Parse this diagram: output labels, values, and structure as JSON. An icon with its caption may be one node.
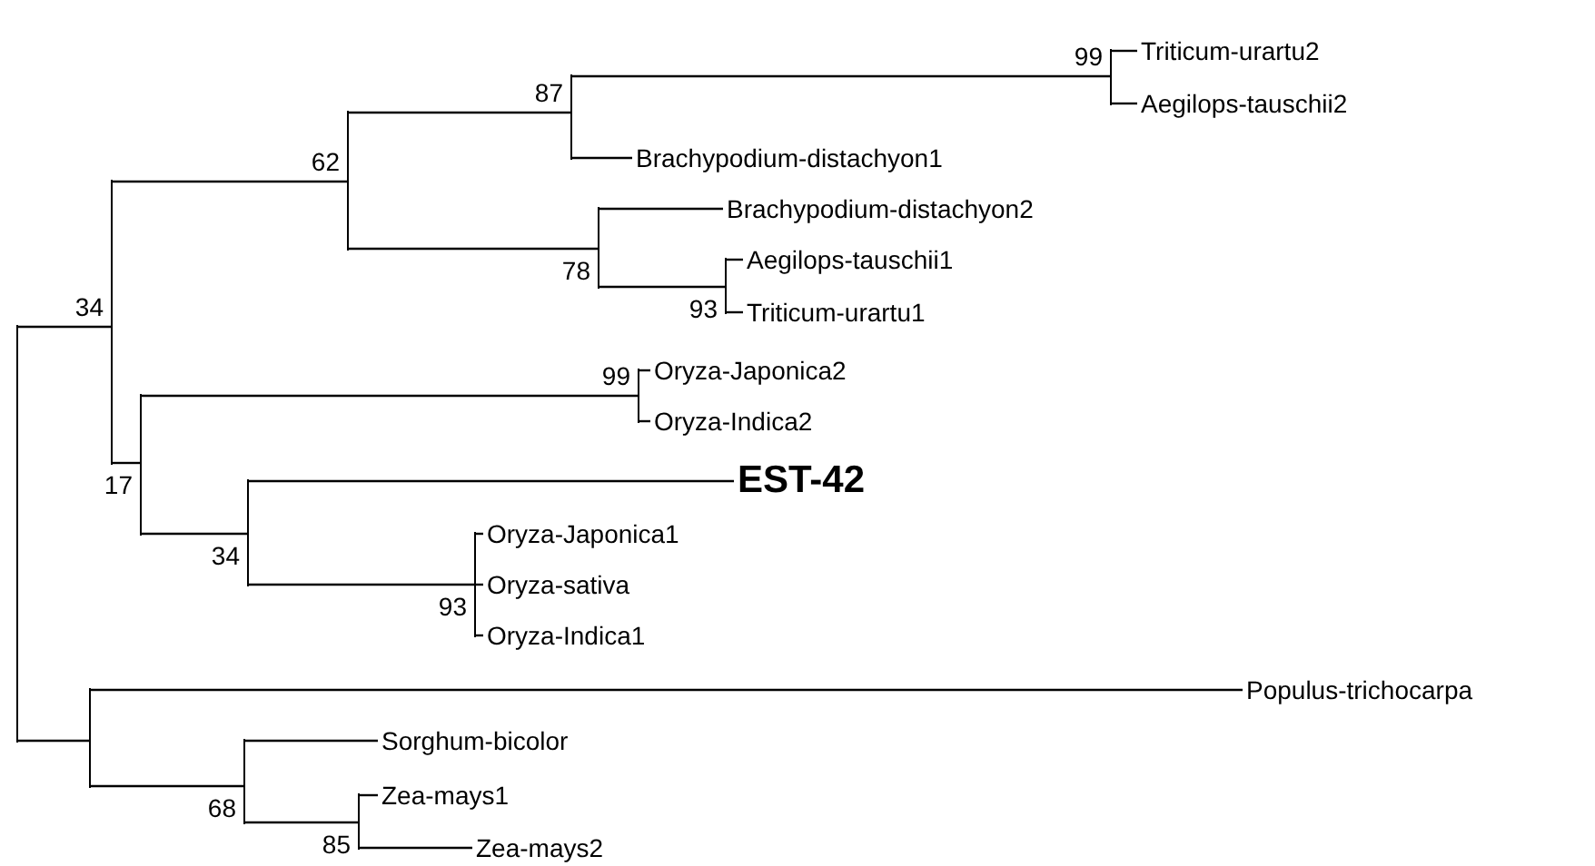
{
  "diagram": {
    "nodes": [
      {
        "text": [],
        "shape": "line"
      },
      {
        "text": [],
        "shape": "line",
        "beside": [
          "34"
        ]
      },
      {
        "text": [],
        "shape": "line",
        "beside": [
          "62"
        ]
      },
      {
        "text": [],
        "shape": "line",
        "beside": [
          "87"
        ]
      },
      {
        "text": [],
        "shape": "line",
        "beside": [
          "99"
        ]
      },
      {
        "text": [
          "Triticum-urartu2"
        ]
      },
      {
        "text": [
          "Aegilops-tauschii2"
        ]
      },
      {
        "text": [
          "Brachypodium-distachyon1"
        ]
      },
      {
        "text": [],
        "shape": "line",
        "beside": [
          "78"
        ]
      },
      {
        "text": [
          "Brachypodium-distachyon2"
        ]
      },
      {
        "text": [],
        "shape": "line",
        "beside": [
          "93"
        ]
      },
      {
        "text": [
          "Aegilops-tauschii1"
        ]
      },
      {
        "text": [
          "Triticum-urartu1"
        ]
      },
      {
        "text": [],
        "shape": "line",
        "beside": [
          "17"
        ]
      },
      {
        "text": [],
        "shape": "line",
        "beside": [
          "99"
        ]
      },
      {
        "text": [
          "Oryza-Japonica2"
        ]
      },
      {
        "text": [
          "Oryza-Indica2"
        ]
      },
      {
        "text": [],
        "shape": "line",
        "beside": [
          "34"
        ]
      },
      {
        "text": [
          "EST-42"
        ]
      },
      {
        "text": [],
        "shape": "line",
        "beside": [
          "93"
        ]
      },
      {
        "text": [
          "Oryza-Japonica1"
        ]
      },
      {
        "text": [
          "Oryza-sativa"
        ]
      },
      {
        "text": [
          "Oryza-Indica1"
        ]
      },
      {
        "text": [],
        "shape": "line"
      },
      {
        "text": [
          "Populus-trichocarpa"
        ]
      },
      {
        "text": [],
        "shape": "line",
        "beside": [
          "68"
        ]
      },
      {
        "text": [
          "Sorghum-bicolor"
        ]
      },
      {
        "text": [],
        "shape": "line",
        "beside": [
          "85"
        ]
      },
      {
        "text": [
          "Zea-mays1"
        ]
      },
      {
        "text": [
          "Zea-mays2"
        ]
      }
    ],
    "edges": [
      {
        "from": 0,
        "to": 1,
        "arrow": "none"
      },
      {
        "from": 1,
        "to": 2,
        "arrow": "none"
      },
      {
        "from": 2,
        "to": 3,
        "arrow": "none"
      },
      {
        "from": 3,
        "to": 4,
        "arrow": "none"
      },
      {
        "from": 4,
        "to": 5,
        "arrow": "none"
      },
      {
        "from": 4,
        "to": 6,
        "arrow": "none"
      },
      {
        "from": 3,
        "to": 7,
        "arrow": "none"
      },
      {
        "from": 2,
        "to": 8,
        "arrow": "none"
      },
      {
        "from": 8,
        "to": 9,
        "arrow": "none"
      },
      {
        "from": 8,
        "to": 10,
        "arrow": "none"
      },
      {
        "from": 10,
        "to": 11,
        "arrow": "none"
      },
      {
        "from": 10,
        "to": 12,
        "arrow": "none"
      },
      {
        "from": 1,
        "to": 13,
        "arrow": "none"
      },
      {
        "from": 13,
        "to": 14,
        "arrow": "none"
      },
      {
        "from": 14,
        "to": 15,
        "arrow": "none"
      },
      {
        "from": 14,
        "to": 16,
        "arrow": "none"
      },
      {
        "from": 13,
        "to": 17,
        "arrow": "none"
      },
      {
        "from": 17,
        "to": 18,
        "arrow": "none"
      },
      {
        "from": 17,
        "to": 19,
        "arrow": "none"
      },
      {
        "from": 19,
        "to": 20,
        "arrow": "none"
      },
      {
        "from": 19,
        "to": 21,
        "arrow": "none"
      },
      {
        "from": 19,
        "to": 22,
        "arrow": "none"
      },
      {
        "from": 0,
        "to": 23,
        "arrow": "none"
      },
      {
        "from": 23,
        "to": 24,
        "arrow": "none"
      },
      {
        "from": 23,
        "to": 25,
        "arrow": "none"
      },
      {
        "from": 25,
        "to": 26,
        "arrow": "none"
      },
      {
        "from": 25,
        "to": 27,
        "arrow": "none"
      },
      {
        "from": 27,
        "to": 28,
        "arrow": "none"
      },
      {
        "from": 27,
        "to": 29,
        "arrow": "none"
      }
    ]
  }
}
